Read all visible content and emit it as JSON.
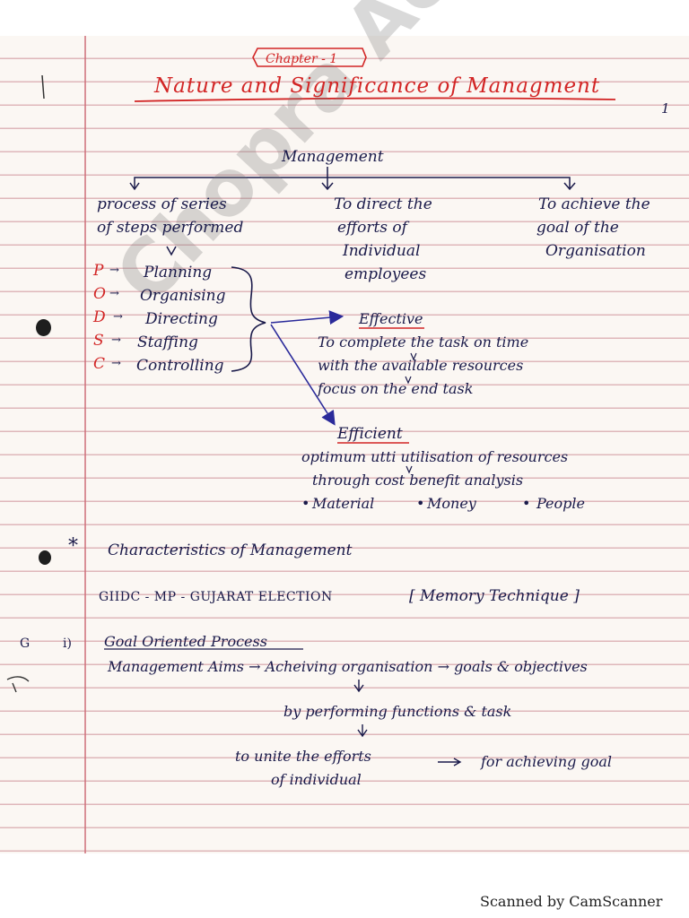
{
  "chapter_label": "Chapter - 1",
  "title": "Nature and Significance of Managment",
  "page_number": "1",
  "tree": {
    "root": "Management",
    "branches": [
      [
        "process of series",
        "of steps performed"
      ],
      [
        "To direct the",
        "efforts of",
        "Individual",
        "employees"
      ],
      [
        "To achieve the",
        "goal of the",
        "Organisation"
      ]
    ]
  },
  "podsc": [
    {
      "letter": "P",
      "label": "Planning"
    },
    {
      "letter": "O",
      "label": "Organising"
    },
    {
      "letter": "D",
      "label": "Directing"
    },
    {
      "letter": "S",
      "label": "Staffing"
    },
    {
      "letter": "C",
      "label": "Controlling"
    }
  ],
  "effective": {
    "heading": "Effective",
    "lines": [
      "To complete the task on time",
      "with the available resources",
      "focus on the end task"
    ]
  },
  "efficient": {
    "heading": "Efficient",
    "lines": [
      "optimum utti utilisation of resources",
      "through cost benefit analysis"
    ],
    "bullets": [
      "Material",
      "Money",
      "People"
    ]
  },
  "characteristics": {
    "heading": "Characteristics of Management",
    "mnemonic": "GIIDC - MP - GUJARAT ELECTION",
    "memory_note": "[ Memory Technique ]",
    "item_letter": "G",
    "item_number": "i)",
    "item_title": "Goal Oriented Process",
    "flow": [
      "Management Aims → Acheiving organisation → goals & objectives",
      "by performing functions & task",
      "to unite the efforts",
      "for achieving goal",
      "of individual"
    ]
  },
  "watermark": "Chopra Academy",
  "footer": "Scanned by CamScanner",
  "colors": {
    "ink": "#1a1a4a",
    "red_ink": "#d22525",
    "arrow_blue": "#2a2a9a"
  }
}
